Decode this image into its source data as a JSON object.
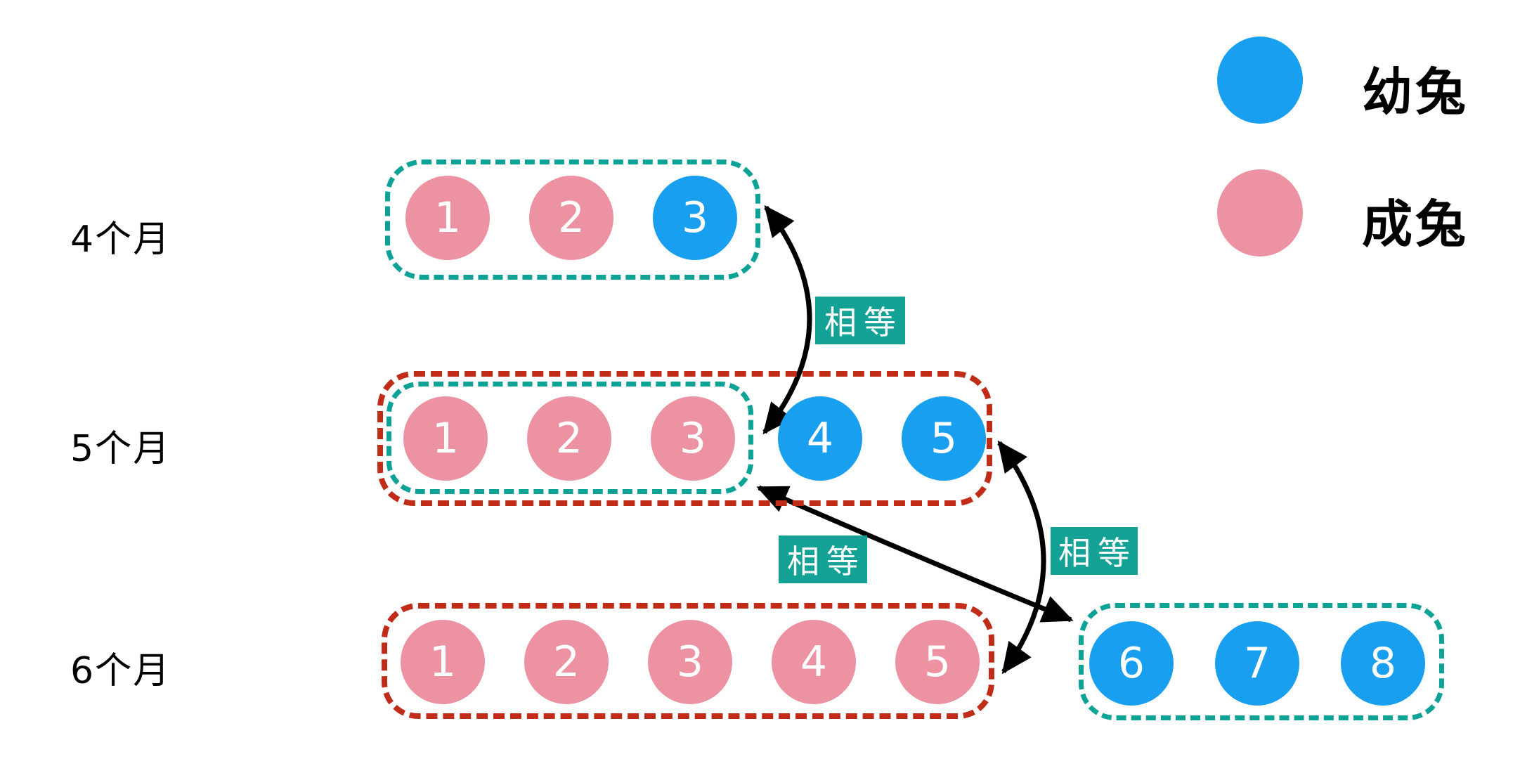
{
  "legend": {
    "young_label": "幼兔",
    "adult_label": "成兔"
  },
  "rows": {
    "month4": {
      "label": "4个月",
      "circles": [
        {
          "value": "1",
          "type": "adult"
        },
        {
          "value": "2",
          "type": "adult"
        },
        {
          "value": "3",
          "type": "young"
        }
      ]
    },
    "month5": {
      "label": "5个月",
      "circles": [
        {
          "value": "1",
          "type": "adult"
        },
        {
          "value": "2",
          "type": "adult"
        },
        {
          "value": "3",
          "type": "adult"
        },
        {
          "value": "4",
          "type": "young"
        },
        {
          "value": "5",
          "type": "young"
        }
      ]
    },
    "month6": {
      "label": "6个月",
      "circles": [
        {
          "value": "1",
          "type": "adult"
        },
        {
          "value": "2",
          "type": "adult"
        },
        {
          "value": "3",
          "type": "adult"
        },
        {
          "value": "4",
          "type": "adult"
        },
        {
          "value": "5",
          "type": "adult"
        },
        {
          "value": "6",
          "type": "young"
        },
        {
          "value": "7",
          "type": "young"
        },
        {
          "value": "8",
          "type": "young"
        }
      ]
    }
  },
  "badges": [
    "相等",
    "相等",
    "相等"
  ],
  "colors": {
    "young_rabbit": "#189ff0",
    "adult_rabbit": "#ec92a2",
    "group_box_teal": "#0ca295",
    "group_box_red": "#c02c18",
    "badge_background": "#14a296",
    "badge_text": "#ffffff",
    "number_text": "#ffffff",
    "label_text": "#000000",
    "arrow": "#000000"
  }
}
